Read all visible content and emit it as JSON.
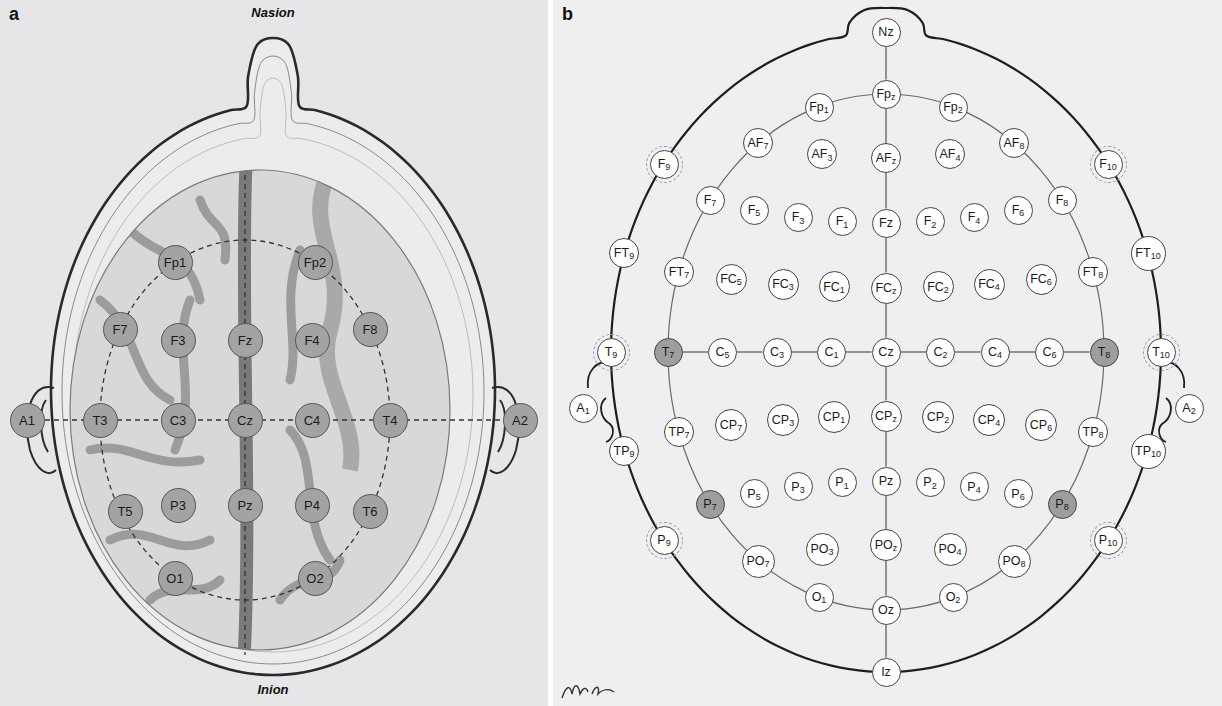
{
  "diagram": {
    "nodes": [
      {
        "text": [
          "Fp1"
        ]
      },
      {
        "text": [
          "Fp2"
        ]
      },
      {
        "text": [
          "F7"
        ]
      },
      {
        "text": [
          "F3"
        ]
      },
      {
        "text": [
          "Fz"
        ]
      },
      {
        "text": [
          "F4"
        ]
      },
      {
        "text": [
          "F8"
        ]
      },
      {
        "text": [
          "A1"
        ]
      },
      {
        "text": [
          "T3"
        ]
      },
      {
        "text": [
          "C3"
        ]
      },
      {
        "text": [
          "Cz"
        ]
      },
      {
        "text": [
          "C4"
        ]
      },
      {
        "text": [
          "T4"
        ]
      },
      {
        "text": [
          "A2"
        ]
      },
      {
        "text": [
          "T5"
        ]
      },
      {
        "text": [
          "P3"
        ]
      },
      {
        "text": [
          "Pz"
        ]
      },
      {
        "text": [
          "P4"
        ]
      },
      {
        "text": [
          "T6"
        ]
      },
      {
        "text": [
          "O1"
        ]
      },
      {
        "text": [
          "O2"
        ]
      },
      {
        "text": [
          "Nz"
        ]
      },
      {
        "text": [
          "Fp1"
        ]
      },
      {
        "text": [
          "Fpz"
        ]
      },
      {
        "text": [
          "Fp2"
        ]
      },
      {
        "text": [
          "AF7"
        ]
      },
      {
        "text": [
          "AF3"
        ]
      },
      {
        "text": [
          "AFz"
        ]
      },
      {
        "text": [
          "AF4"
        ]
      },
      {
        "text": [
          "AF8"
        ]
      },
      {
        "text": [
          "F9"
        ]
      },
      {
        "text": [
          "F7"
        ]
      },
      {
        "text": [
          "F5"
        ]
      },
      {
        "text": [
          "F3"
        ]
      },
      {
        "text": [
          "F1"
        ]
      },
      {
        "text": [
          "Fz"
        ]
      },
      {
        "text": [
          "F2"
        ]
      },
      {
        "text": [
          "F4"
        ]
      },
      {
        "text": [
          "F6"
        ]
      },
      {
        "text": [
          "F8"
        ]
      },
      {
        "text": [
          "F10"
        ]
      },
      {
        "text": [
          "FT9"
        ]
      },
      {
        "text": [
          "FT7"
        ]
      },
      {
        "text": [
          "FC5"
        ]
      },
      {
        "text": [
          "FC3"
        ]
      },
      {
        "text": [
          "FC1"
        ]
      },
      {
        "text": [
          "FCz"
        ]
      },
      {
        "text": [
          "FC2"
        ]
      },
      {
        "text": [
          "FC4"
        ]
      },
      {
        "text": [
          "FC6"
        ]
      },
      {
        "text": [
          "FT8"
        ]
      },
      {
        "text": [
          "FT10"
        ]
      },
      {
        "text": [
          "T9"
        ]
      },
      {
        "text": [
          "T7"
        ]
      },
      {
        "text": [
          "C5"
        ]
      },
      {
        "text": [
          "C3"
        ]
      },
      {
        "text": [
          "C1"
        ]
      },
      {
        "text": [
          "Cz"
        ]
      },
      {
        "text": [
          "C2"
        ]
      },
      {
        "text": [
          "C4"
        ]
      },
      {
        "text": [
          "C6"
        ]
      },
      {
        "text": [
          "T8"
        ]
      },
      {
        "text": [
          "T10"
        ]
      },
      {
        "text": [
          "A1"
        ]
      },
      {
        "text": [
          "A2"
        ]
      },
      {
        "text": [
          "TP9"
        ]
      },
      {
        "text": [
          "TP7"
        ]
      },
      {
        "text": [
          "CP7"
        ]
      },
      {
        "text": [
          "CP3"
        ]
      },
      {
        "text": [
          "CP1"
        ]
      },
      {
        "text": [
          "CPz"
        ]
      },
      {
        "text": [
          "CP2"
        ]
      },
      {
        "text": [
          "CP4"
        ]
      },
      {
        "text": [
          "CP6"
        ]
      },
      {
        "text": [
          "TP8"
        ]
      },
      {
        "text": [
          "TP10"
        ]
      },
      {
        "text": [
          "P9"
        ]
      },
      {
        "text": [
          "P7"
        ]
      },
      {
        "text": [
          "P5"
        ]
      },
      {
        "text": [
          "P3"
        ]
      },
      {
        "text": [
          "P1"
        ]
      },
      {
        "text": [
          "Pz"
        ]
      },
      {
        "text": [
          "P2"
        ]
      },
      {
        "text": [
          "P4"
        ]
      },
      {
        "text": [
          "P6"
        ]
      },
      {
        "text": [
          "P8"
        ]
      },
      {
        "text": [
          "P10"
        ]
      },
      {
        "text": [
          "PO7"
        ]
      },
      {
        "text": [
          "PO3"
        ]
      },
      {
        "text": [
          "POz"
        ]
      },
      {
        "text": [
          "PO4"
        ]
      },
      {
        "text": [
          "PO8"
        ]
      },
      {
        "text": [
          "O1"
        ]
      },
      {
        "text": [
          "Oz"
        ]
      },
      {
        "text": [
          "O2"
        ]
      },
      {
        "text": [
          "Iz"
        ]
      }
    ],
    "edges": [
      {
        "from": 53,
        "to": 54,
        "arrow": "none"
      },
      {
        "from": 54,
        "to": 55,
        "arrow": "none"
      },
      {
        "from": 55,
        "to": 56,
        "arrow": "none"
      },
      {
        "from": 56,
        "to": 57,
        "arrow": "none"
      },
      {
        "from": 57,
        "to": 58,
        "arrow": "none"
      },
      {
        "from": 58,
        "to": 59,
        "arrow": "none"
      },
      {
        "from": 59,
        "to": 60,
        "arrow": "none"
      },
      {
        "from": 60,
        "to": 61,
        "arrow": "none"
      },
      {
        "from": 21,
        "to": 23,
        "arrow": "none"
      },
      {
        "from": 23,
        "to": 27,
        "arrow": "none"
      },
      {
        "from": 27,
        "to": 35,
        "arrow": "none"
      },
      {
        "from": 35,
        "to": 46,
        "arrow": "none"
      },
      {
        "from": 46,
        "to": 57,
        "arrow": "none"
      },
      {
        "from": 57,
        "to": 70,
        "arrow": "none"
      },
      {
        "from": 70,
        "to": 81,
        "arrow": "none"
      },
      {
        "from": 81,
        "to": 89,
        "arrow": "none"
      },
      {
        "from": 89,
        "to": 93,
        "arrow": "none"
      },
      {
        "from": 93,
        "to": 95,
        "arrow": "none"
      }
    ],
    "labels": [
      "a",
      "Nasion",
      "Inion",
      "b"
    ]
  }
}
